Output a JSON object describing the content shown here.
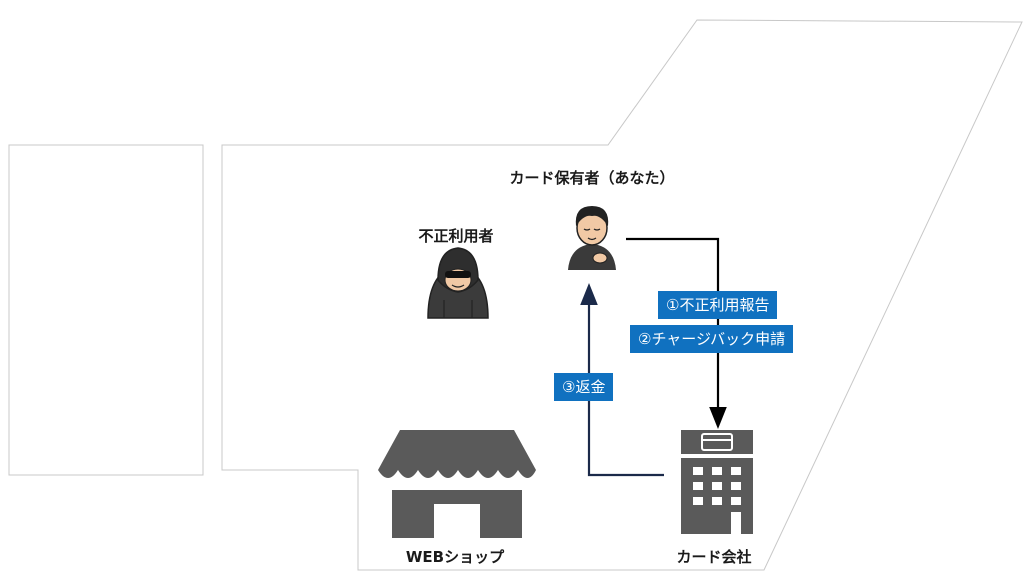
{
  "diagram": {
    "actors": {
      "cardholder": "カード保有者（あなた）",
      "fraudster": "不正利用者",
      "webshop": "WEBショップ",
      "card_company": "カード会社"
    },
    "steps": [
      "①不正利用報告",
      "②チャージバック申請",
      "③返金"
    ],
    "colors": {
      "step_bg": "#1071c0",
      "step_text": "#ffffff",
      "arrow_report": "#000000",
      "arrow_refund": "#1b2a4a",
      "icon_dark": "#5a5a5a",
      "panel_border": "#c8c8c8"
    }
  }
}
